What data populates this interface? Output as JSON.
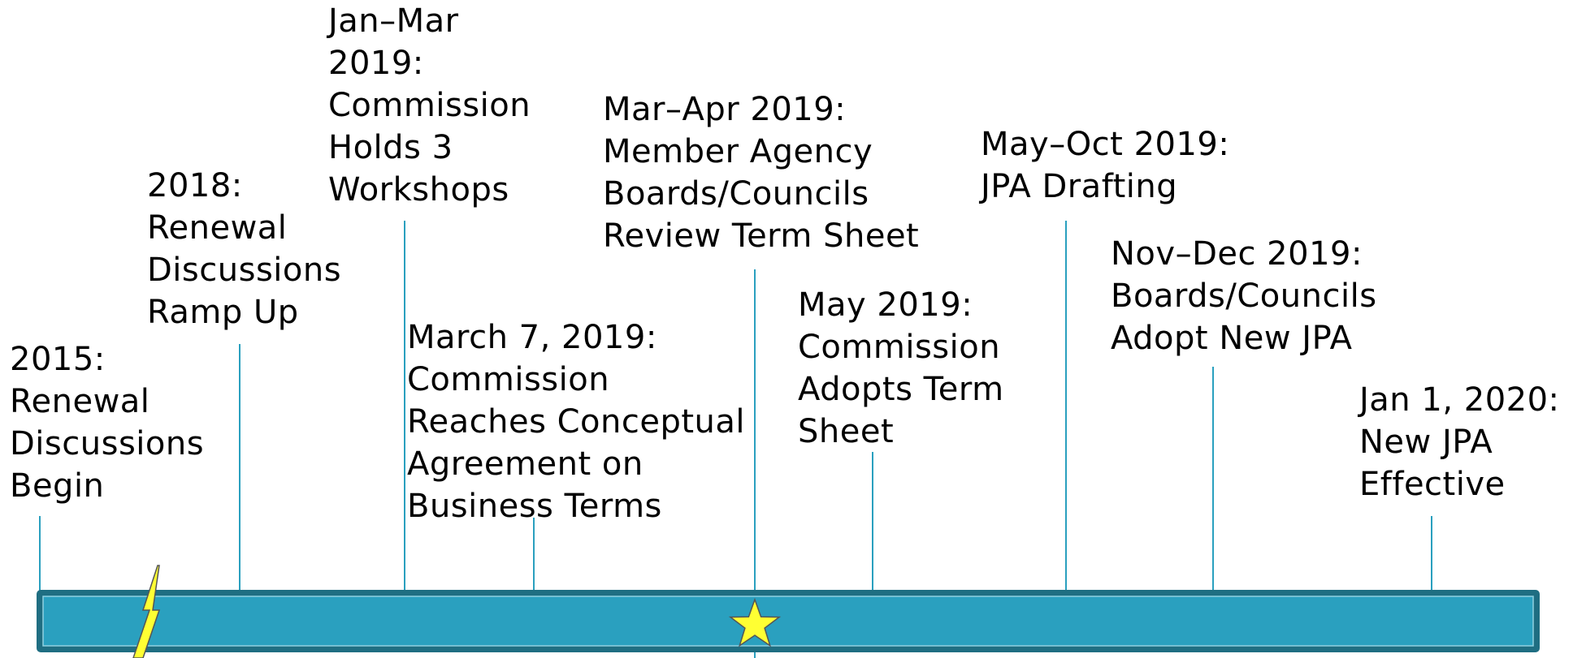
{
  "colors": {
    "bar_fill": "#2AA0BF",
    "bar_border": "#1F6E82",
    "connector_line": "#2AA0BF",
    "star": "#FFFF33",
    "lightning": "#FFFF33"
  },
  "timeline": {
    "events": [
      {
        "lines": [
          "2015:",
          "Renewal",
          "Discussions",
          "Begin"
        ]
      },
      {
        "lines": [
          "2018:",
          "Renewal",
          "Discussions",
          "Ramp Up"
        ]
      },
      {
        "lines": [
          "Jan–Mar",
          "2019:",
          "Commission",
          "Holds 3",
          "Workshops"
        ]
      },
      {
        "lines": [
          "March 7, 2019:",
          "Commission",
          "Reaches Conceptual",
          "Agreement on",
          "Business Terms"
        ]
      },
      {
        "lines": [
          "Mar–Apr 2019:",
          "Member Agency",
          "Boards/Councils",
          "Review Term Sheet"
        ]
      },
      {
        "lines": [
          "May 2019:",
          "Commission",
          "Adopts Term",
          "Sheet"
        ]
      },
      {
        "lines": [
          "May–Oct 2019:",
          "JPA Drafting"
        ]
      },
      {
        "lines": [
          "Nov–Dec 2019:",
          "Boards/Councils",
          "Adopt New JPA"
        ]
      },
      {
        "lines": [
          "Jan 1, 2020:",
          "New JPA",
          "Effective"
        ]
      }
    ],
    "markers": {
      "star_icon": "star-icon",
      "lightning_icon": "lightning-icon"
    }
  }
}
